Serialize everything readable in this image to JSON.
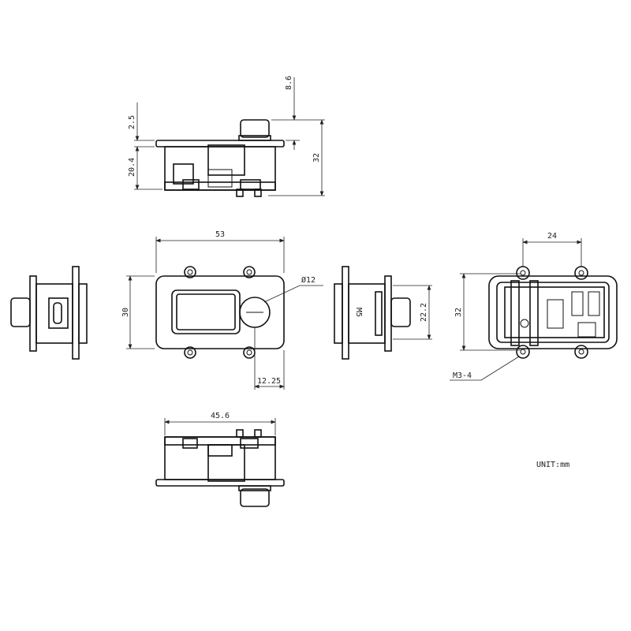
{
  "title": "Mechanical dimension drawing",
  "unit_label": "UNIT:mm",
  "colors": {
    "line": "#111111",
    "background": "#ffffff"
  },
  "top_view": {
    "dims": {
      "knob_height": "8.6",
      "flange": "2.5",
      "body_depth": "20.4",
      "total_height": "32"
    }
  },
  "front_view": {
    "dims": {
      "width": "53",
      "height": "30",
      "knob_diameter": "Ø12",
      "knob_offset": "12.25"
    }
  },
  "side_view": {
    "dims": {
      "body_height": "22.2"
    },
    "marking": "M5"
  },
  "back_view": {
    "dims": {
      "hole_spacing": "24",
      "height": "32",
      "screw": "M3-4"
    }
  },
  "bottom_view": {
    "dims": {
      "width": "45.6"
    }
  }
}
